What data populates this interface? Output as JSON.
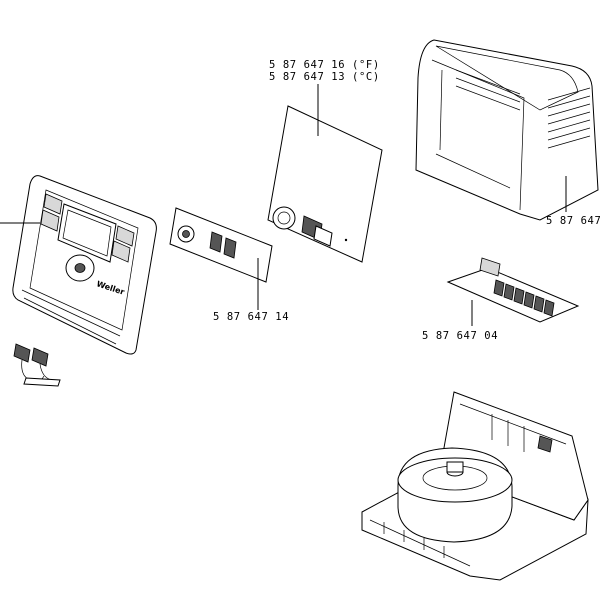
{
  "labels": {
    "display_board_f": "5 87 647 16 (°F)",
    "display_board_c": "5 87 647 13 (°C)",
    "housing_cover": "5 87 647",
    "switch_panel": "5 87 647 14",
    "terminal_board": "5 87 647 04"
  },
  "logo_text": "Weller",
  "colors": {
    "line": "#000000",
    "fill": "#ffffff",
    "shade": "#d8d8d8"
  }
}
